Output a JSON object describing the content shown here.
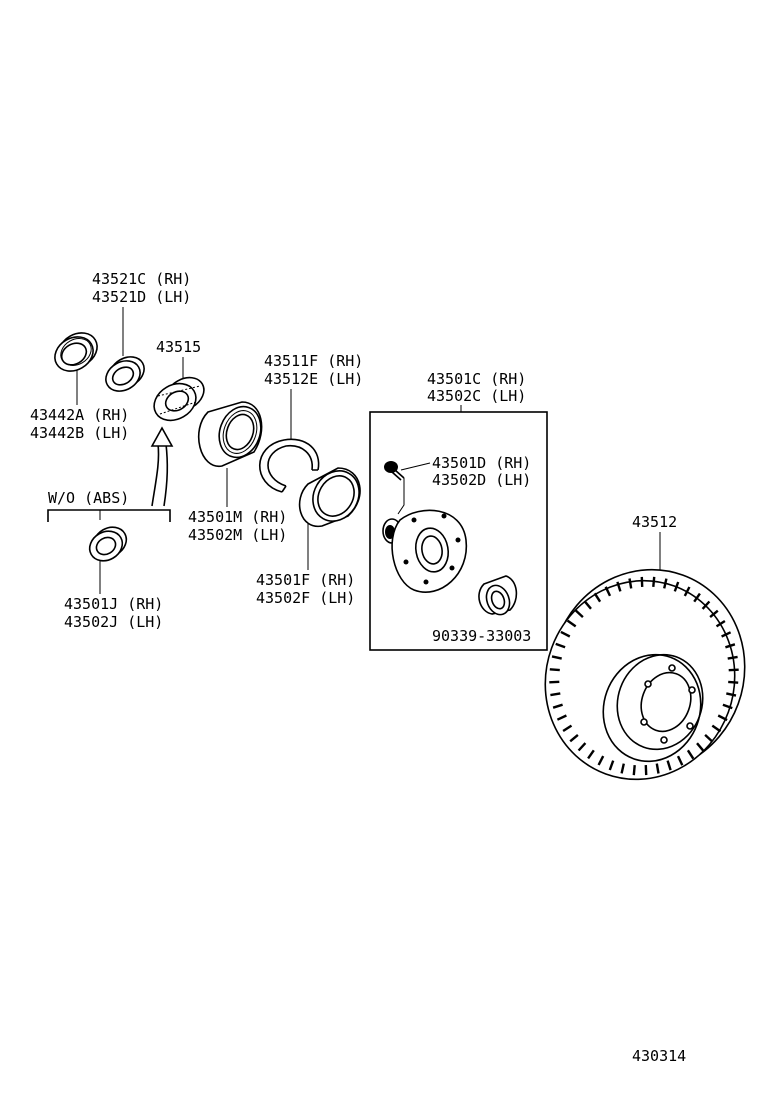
{
  "diagram_code": "430314",
  "group_label": "W/O (ABS)",
  "parts": {
    "p43521": [
      "43521C (RH)",
      "43521D (LH)"
    ],
    "p43442": [
      "43442A (RH)",
      "43442B (LH)"
    ],
    "p43515": "43515",
    "p43511": [
      "43511F (RH)",
      "43512E (LH)"
    ],
    "p43501m": [
      "43501M (RH)",
      "43502M (LH)"
    ],
    "p43501f": [
      "43501F (RH)",
      "43502F (LH)"
    ],
    "p43501j": [
      "43501J (RH)",
      "43502J (LH)"
    ],
    "p43501c": [
      "43501C (RH)",
      "43502C (LH)"
    ],
    "p43501d": [
      "43501D (RH)",
      "43502D (LH)"
    ],
    "p90339": "90339-33003",
    "p43512": "43512"
  }
}
